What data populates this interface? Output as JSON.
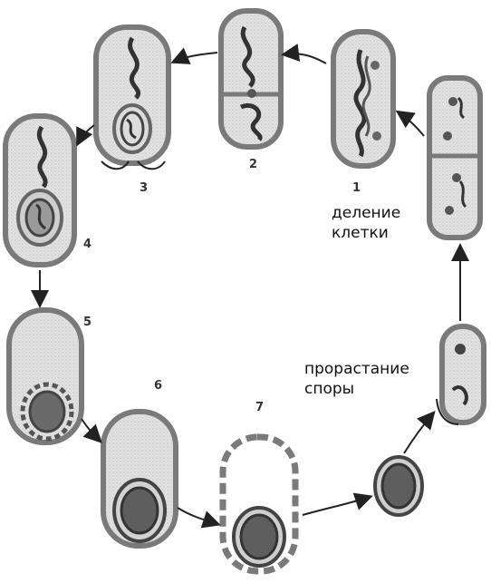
{
  "stage_numbers": [
    "1",
    "2",
    "3",
    "4",
    "5",
    "6",
    "7"
  ],
  "captions": {
    "division_line1": "деление",
    "division_line2": "клетки",
    "germination_line1": "прорастание",
    "germination_line2": "споры"
  },
  "colors": {
    "cell_wall": "#8a8a8a",
    "cytoplasm": "#d6d6d6",
    "nucleoid": "#3d3d3d",
    "spore_core": "#5a5a5a",
    "arrow": "#222222"
  }
}
